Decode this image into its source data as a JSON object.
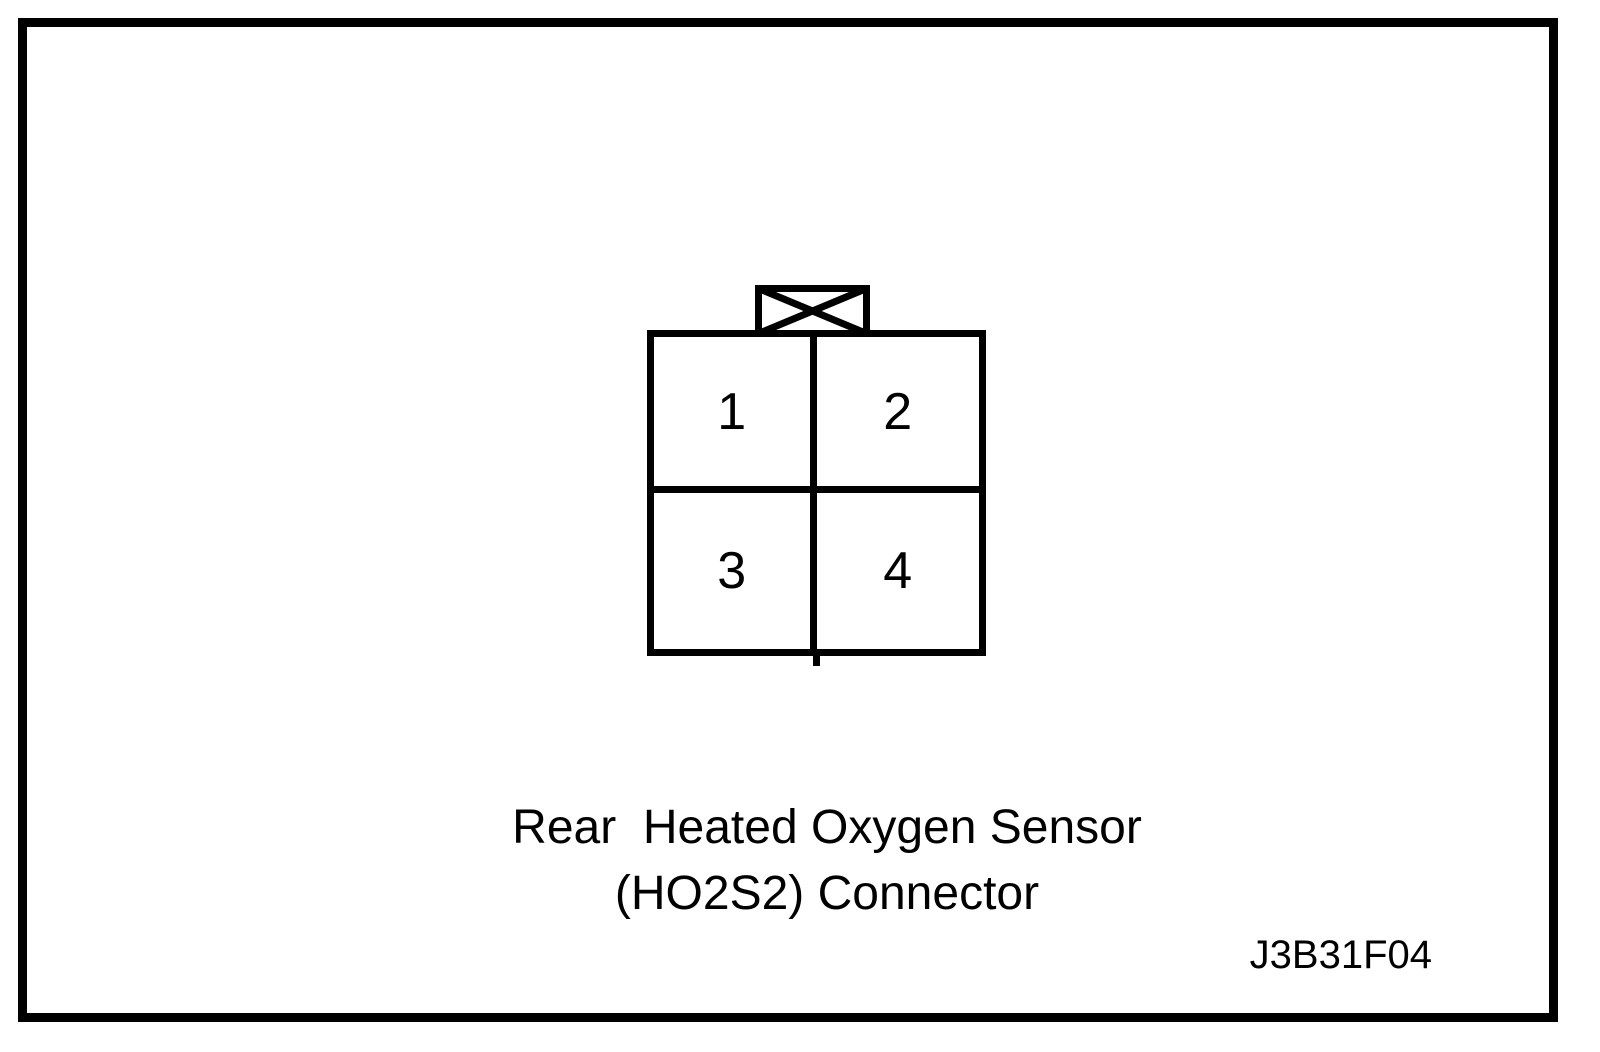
{
  "page": {
    "colors": {
      "ink": "#000000",
      "paper": "#ffffff"
    }
  },
  "connector": {
    "key_icon": "crossed-box-keyway",
    "pins": [
      {
        "number": "1"
      },
      {
        "number": "2"
      },
      {
        "number": "3"
      },
      {
        "number": "4"
      }
    ]
  },
  "caption": {
    "line1": "Rear  Heated Oxygen Sensor",
    "line2": "(HO2S2) Connector"
  },
  "figure_code": "J3B31F04"
}
